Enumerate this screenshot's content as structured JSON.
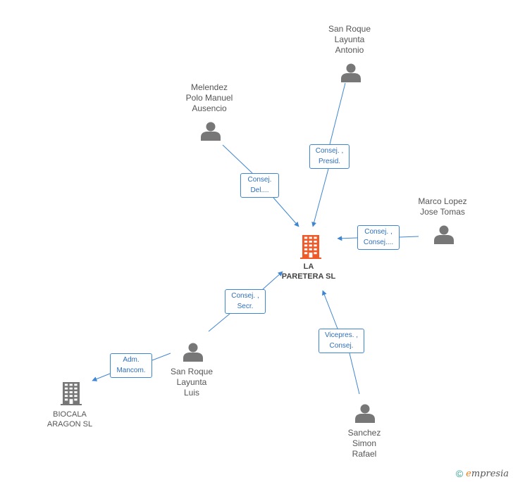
{
  "center": {
    "name": "LA PARETERA SL",
    "lines": [
      "LA",
      "PARETERA SL"
    ]
  },
  "persons": [
    {
      "id": "san-roque-antonio",
      "lines": [
        "San Roque",
        "Layunta",
        "Antonio"
      ]
    },
    {
      "id": "melendez",
      "lines": [
        "Melendez",
        "Polo Manuel",
        "Ausencio"
      ]
    },
    {
      "id": "marco-lopez",
      "lines": [
        "Marco Lopez",
        "Jose Tomas"
      ]
    },
    {
      "id": "san-roque-luis",
      "lines": [
        "San Roque",
        "Layunta",
        "Luis"
      ]
    },
    {
      "id": "sanchez",
      "lines": [
        "Sanchez",
        "Simon",
        "Rafael"
      ]
    }
  ],
  "companies": [
    {
      "id": "biocala",
      "lines": [
        "BIOCALA",
        "ARAGON SL"
      ]
    }
  ],
  "relations": [
    {
      "id": "rel-antonio",
      "lines": [
        "Consej. ,",
        "Presid."
      ]
    },
    {
      "id": "rel-melendez",
      "lines": [
        "Consej.",
        "Del...."
      ]
    },
    {
      "id": "rel-marco",
      "lines": [
        "Consej. ,",
        "Consej...."
      ]
    },
    {
      "id": "rel-luis",
      "lines": [
        "Consej. ,",
        "Secr."
      ]
    },
    {
      "id": "rel-sanchez",
      "lines": [
        "Vicepres. ,",
        "Consej."
      ]
    },
    {
      "id": "rel-biocala",
      "lines": [
        "Adm.",
        "Mancom."
      ]
    }
  ],
  "footer": {
    "copyright": "©",
    "brand_initial": "e",
    "brand_rest": "mpresia"
  },
  "colors": {
    "edge": "#3f86d2",
    "center_icon": "#f05a28",
    "person_icon": "#777777",
    "company_icon": "#777777"
  }
}
